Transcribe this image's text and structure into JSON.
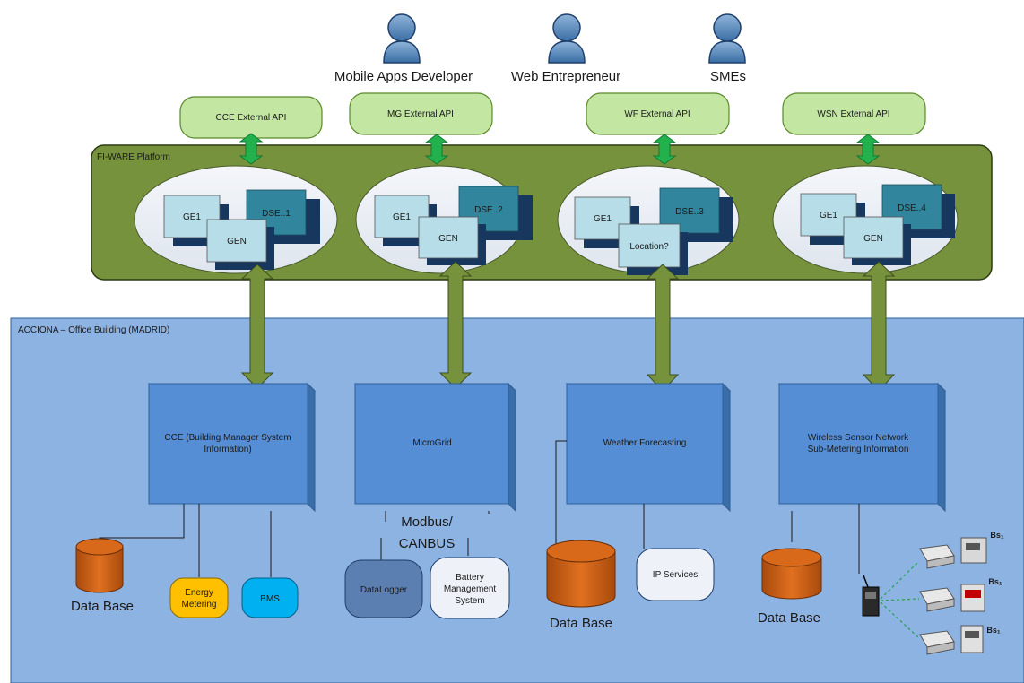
{
  "users": [
    {
      "label": "Mobile Apps Developer"
    },
    {
      "label": "Web Entrepreneur"
    },
    {
      "label": "SMEs"
    }
  ],
  "apis": [
    {
      "label": "CCE External API"
    },
    {
      "label": "MG External API"
    },
    {
      "label": "WF External API"
    },
    {
      "label": "WSN External API"
    }
  ],
  "platform": {
    "title": "FI-WARE Platform",
    "groups": [
      {
        "ge": "GE1",
        "gen": "GEN",
        "dse": "DSE..1"
      },
      {
        "ge": "GE1",
        "gen": "GEN",
        "dse": "DSE..2"
      },
      {
        "ge": "GE1",
        "gen": "Location?",
        "dse": "DSE..3"
      },
      {
        "ge": "GE1",
        "gen": "GEN",
        "dse": "DSE..4"
      }
    ]
  },
  "building": {
    "title": "ACCIONA – Office Building (MADRID)",
    "systems": [
      {
        "line1": "CCE (Building Manager System",
        "line2": "Information)"
      },
      {
        "line1": "MicroGrid",
        "line2": ""
      },
      {
        "line1": "Weather Forecasting",
        "line2": ""
      },
      {
        "line1": "Wireless Sensor Network",
        "line2": "Sub-Metering Information"
      }
    ],
    "protocol": {
      "line1": "Modbus/",
      "line2": "CANBUS"
    },
    "database_label": "Data Base",
    "energy_metering": {
      "line1": "Energy",
      "line2": "Metering"
    },
    "bms": "BMS",
    "datalogger": "DataLogger",
    "battery": {
      "line1": "Battery",
      "line2": "Management",
      "line3": "System"
    },
    "ip_services": "IP Services",
    "sensor_tag": "Bs₁"
  },
  "colors": {
    "platform_green": "#76923c",
    "api_green": "#c3e6a3",
    "arrow_green": "#22b14c",
    "building_blue": "#8db3e2",
    "box_blue": "#558ed5",
    "ge_light": "#b7dde8",
    "dse_dark": "#31859c",
    "db_orange": "#c55a11",
    "energy_yellow": "#ffc000",
    "bms_cyan": "#00b0f0",
    "datalogger_blue": "#5b7fb0"
  }
}
